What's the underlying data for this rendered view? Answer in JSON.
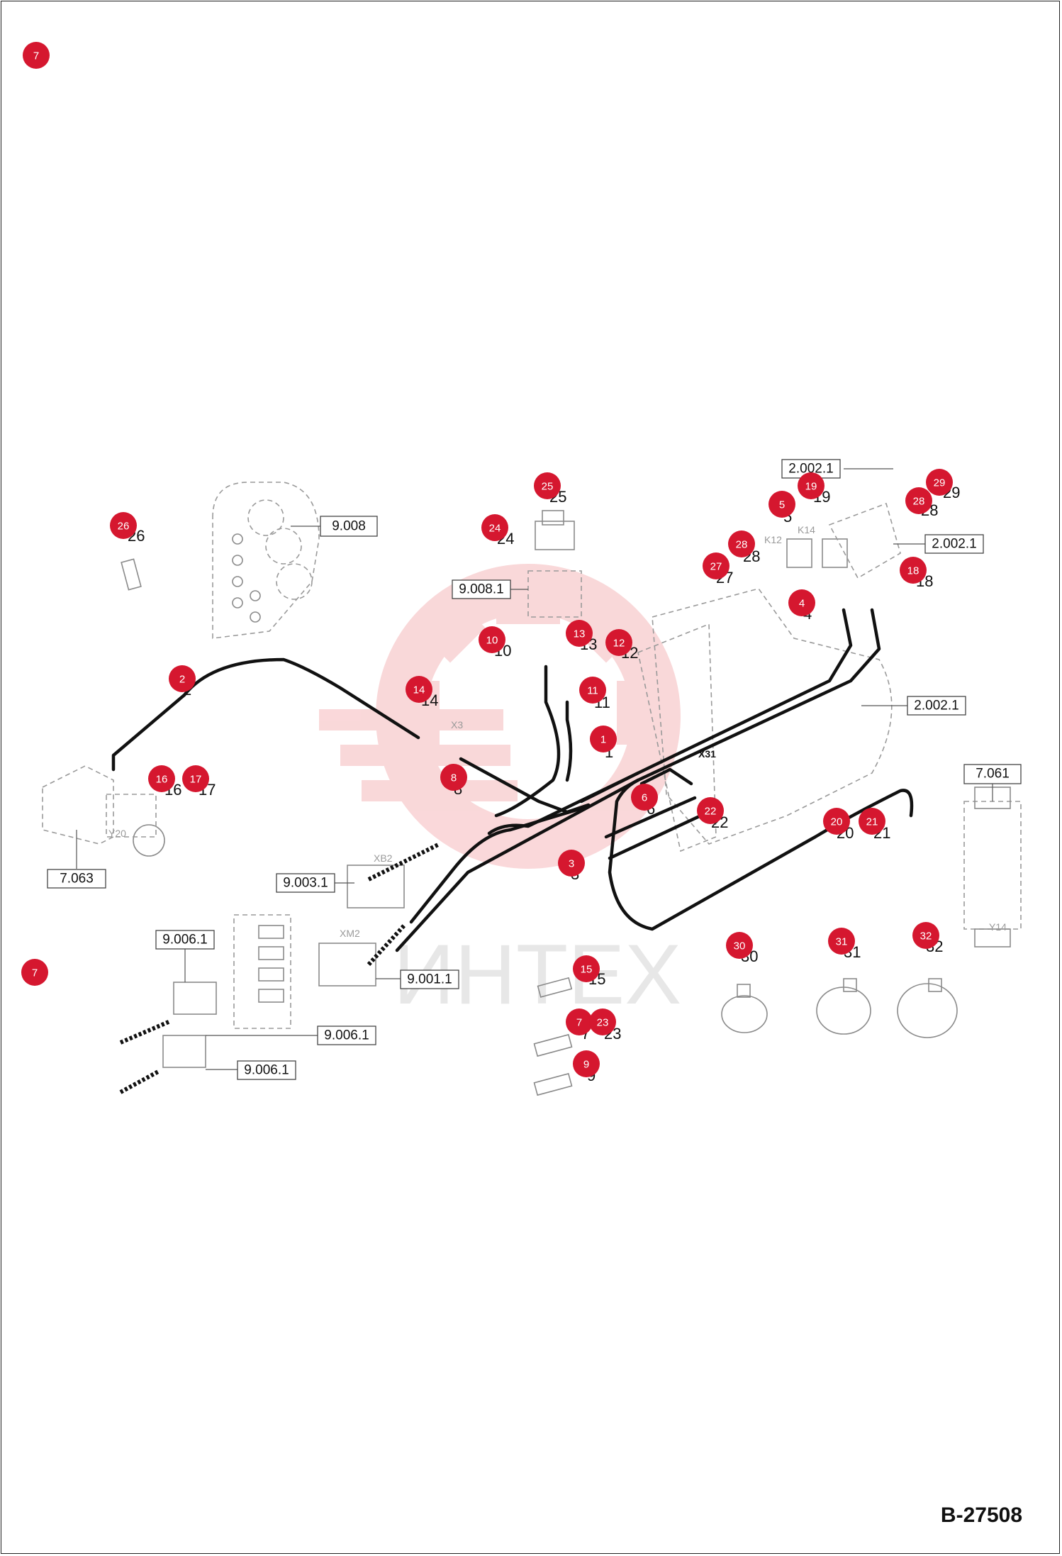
{
  "drawing_id": "B-27508",
  "watermark_text": "ИНТЕХ",
  "connector_labels": {
    "x3": "X3",
    "x31": "X31",
    "xb2": "XB2",
    "xm2": "XM2",
    "k12": "K12",
    "k14": "K14",
    "y20": "Y20",
    "y14": "Y14"
  },
  "callouts": [
    {
      "num": "7"
    },
    {
      "num": "7"
    },
    {
      "num": "26"
    },
    {
      "num": "2"
    },
    {
      "num": "16"
    },
    {
      "num": "17"
    },
    {
      "num": "14"
    },
    {
      "num": "8"
    },
    {
      "num": "24"
    },
    {
      "num": "25"
    },
    {
      "num": "10"
    },
    {
      "num": "13"
    },
    {
      "num": "12"
    },
    {
      "num": "11"
    },
    {
      "num": "1"
    },
    {
      "num": "6"
    },
    {
      "num": "22"
    },
    {
      "num": "3"
    },
    {
      "num": "19"
    },
    {
      "num": "5"
    },
    {
      "num": "29"
    },
    {
      "num": "28"
    },
    {
      "num": "28"
    },
    {
      "num": "27"
    },
    {
      "num": "4"
    },
    {
      "num": "18"
    },
    {
      "num": "20"
    },
    {
      "num": "21"
    },
    {
      "num": "15"
    },
    {
      "num": "7"
    },
    {
      "num": "23"
    },
    {
      "num": "9"
    },
    {
      "num": "30"
    },
    {
      "num": "31"
    },
    {
      "num": "32"
    }
  ],
  "part_numbers": [
    {
      "text": "26"
    },
    {
      "text": "2"
    },
    {
      "text": "16"
    },
    {
      "text": "17"
    },
    {
      "text": "14"
    },
    {
      "text": "8"
    },
    {
      "text": "24"
    },
    {
      "text": "25"
    },
    {
      "text": "10"
    },
    {
      "text": "13"
    },
    {
      "text": "12"
    },
    {
      "text": "11"
    },
    {
      "text": "1"
    },
    {
      "text": "6"
    },
    {
      "text": "22"
    },
    {
      "text": "3"
    },
    {
      "text": "19"
    },
    {
      "text": "5"
    },
    {
      "text": "29"
    },
    {
      "text": "28"
    },
    {
      "text": "28"
    },
    {
      "text": "27"
    },
    {
      "text": "4"
    },
    {
      "text": "18"
    },
    {
      "text": "20"
    },
    {
      "text": "21"
    },
    {
      "text": "15"
    },
    {
      "text": "7"
    },
    {
      "text": "23"
    },
    {
      "text": "9"
    },
    {
      "text": "30"
    },
    {
      "text": "31"
    },
    {
      "text": "32"
    }
  ],
  "reference_boxes": [
    {
      "text": "9.008"
    },
    {
      "text": "9.008.1"
    },
    {
      "text": "2.002.1"
    },
    {
      "text": "2.002.1"
    },
    {
      "text": "2.002.1"
    },
    {
      "text": "7.061"
    },
    {
      "text": "7.063"
    },
    {
      "text": "9.003.1"
    },
    {
      "text": "9.006.1"
    },
    {
      "text": "9.001.1"
    },
    {
      "text": "9.006.1"
    },
    {
      "text": "9.006.1"
    }
  ],
  "colors": {
    "callout": "#d5172f",
    "watermark": "#f3a9ac",
    "harness": "#111111"
  }
}
